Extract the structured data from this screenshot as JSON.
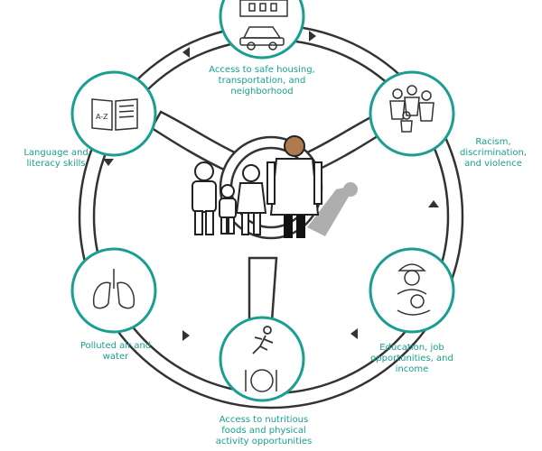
{
  "colors": {
    "accent": "#1a9e8f",
    "outline": "#333333",
    "skin": "#b07a4f",
    "shadow": "#9a9a9a"
  },
  "nodes": [
    {
      "id": "housing",
      "icons": [
        "house-icon",
        "car-icon"
      ],
      "label_lines": [
        "Access to safe housing,",
        "transportation, and",
        "neighborhood"
      ]
    },
    {
      "id": "racism",
      "icons": [
        "crowd-icon"
      ],
      "label_lines": [
        "Racism,",
        "discrimination,",
        "and violence"
      ]
    },
    {
      "id": "education",
      "icons": [
        "worker-money-icon"
      ],
      "label_lines": [
        "Education, job",
        "opportunities, and",
        "income"
      ]
    },
    {
      "id": "nutrition",
      "icons": [
        "runner-icon",
        "plate-icon"
      ],
      "label_lines": [
        "Access to nutritious",
        "foods and physical",
        "activity opportunities"
      ]
    },
    {
      "id": "air",
      "icons": [
        "lungs-icon"
      ],
      "label_lines": [
        "Polluted air and",
        "water"
      ]
    },
    {
      "id": "literacy",
      "icons": [
        "book-icon"
      ],
      "label_lines": [
        "Language and",
        "literacy skills"
      ]
    }
  ],
  "center": {
    "icons": [
      "family-icon",
      "doctor-icon"
    ]
  }
}
